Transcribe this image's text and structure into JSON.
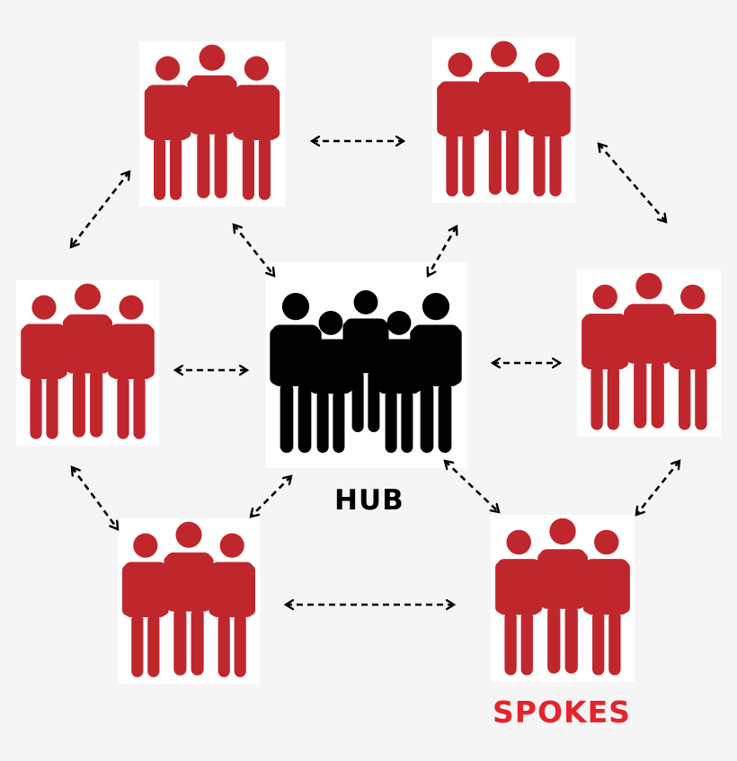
{
  "hub": {
    "label": "HUB",
    "color": "#000000"
  },
  "spokes": {
    "label": "SPOKES",
    "color": "#c0272d",
    "label_color": "#e5242b",
    "count": 6
  },
  "colors": {
    "background": "#f5f5f5",
    "tile": "#ffffff",
    "arrow": "#000000"
  },
  "icons": {
    "spoke": "group-of-three-people-icon",
    "hub": "group-of-six-people-icon",
    "connector": "double-headed-dashed-arrow-icon"
  },
  "connections": {
    "hub_to_spoke": 6,
    "spoke_to_spoke": 6
  }
}
